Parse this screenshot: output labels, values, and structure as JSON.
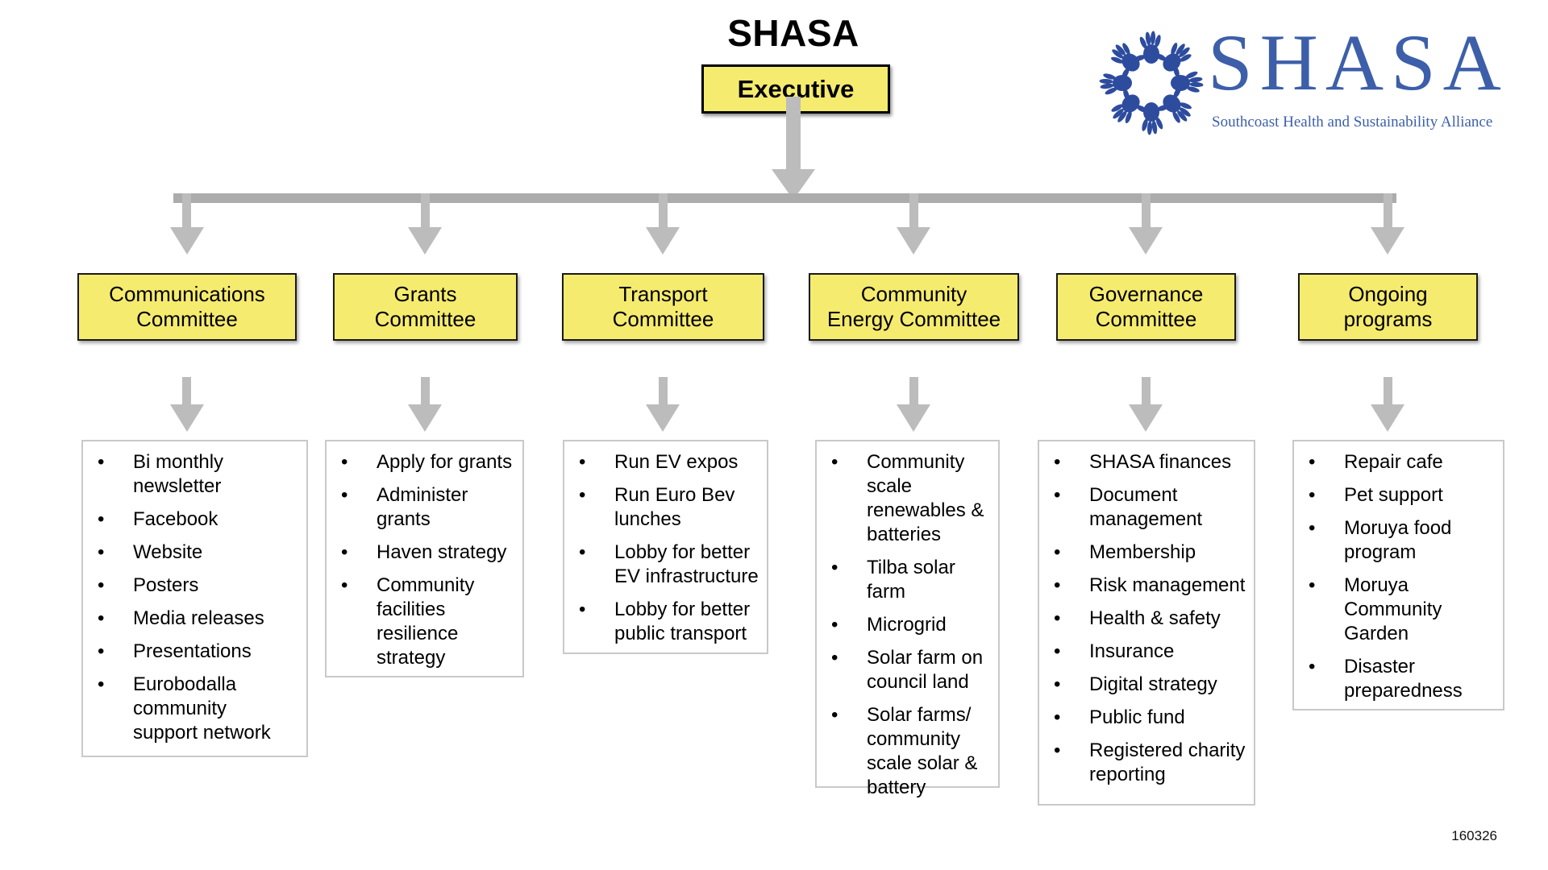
{
  "header": {
    "title": "SHASA",
    "executive_label": "Executive"
  },
  "logo": {
    "brand": "SHASA",
    "tagline": "Southcoast Health and Sustainability Alliance",
    "brand_color": "#3D5FA9",
    "handprint_color": "#2E4C9E"
  },
  "list_style": {
    "bullet_char": "•"
  },
  "colors": {
    "box_yellow": "#F5EB6F",
    "box_border": "#1A1A1A",
    "arrow_gray": "#BCBCBC",
    "bar_gray": "#ACACAC",
    "list_border": "#C9C9C9"
  },
  "columns": [
    {
      "id": "communications",
      "label": "Communications\nCommittee",
      "items": [
        "Bi monthly\nnewsletter",
        "Facebook",
        "Website",
        "Posters",
        "Media releases",
        "Presentations",
        "Eurobodalla\ncommunity\nsupport network"
      ]
    },
    {
      "id": "grants",
      "label": "Grants\nCommittee",
      "items": [
        "Apply for grants",
        "Administer\ngrants",
        "Haven strategy",
        "Community\nfacilities\nresilience\nstrategy"
      ]
    },
    {
      "id": "transport",
      "label": "Transport\nCommittee",
      "items": [
        "Run EV expos",
        "Run Euro Bev\nlunches",
        "Lobby for better\nEV infrastructure",
        "Lobby for better\npublic transport"
      ]
    },
    {
      "id": "community-energy",
      "label": "Community\nEnergy Committee",
      "items": [
        "Community\nscale\nrenewables &\nbatteries",
        "Tilba solar farm",
        "Microgrid",
        "Solar farm on\ncouncil land",
        "Solar farms/\ncommunity\nscale solar &\nbattery"
      ]
    },
    {
      "id": "governance",
      "label": "Governance\nCommittee",
      "items": [
        "SHASA finances",
        "Document\nmanagement",
        "Membership",
        "Risk management",
        "Health & safety",
        "Insurance",
        "Digital strategy",
        "Public fund",
        "Registered charity\nreporting"
      ]
    },
    {
      "id": "ongoing-programs",
      "label": "Ongoing\nprograms",
      "items": [
        "Repair cafe",
        "Pet support",
        "Moruya food\nprogram",
        "Moruya\nCommunity\nGarden",
        "Disaster\npreparedness"
      ]
    }
  ],
  "footer": {
    "note": "160326"
  }
}
